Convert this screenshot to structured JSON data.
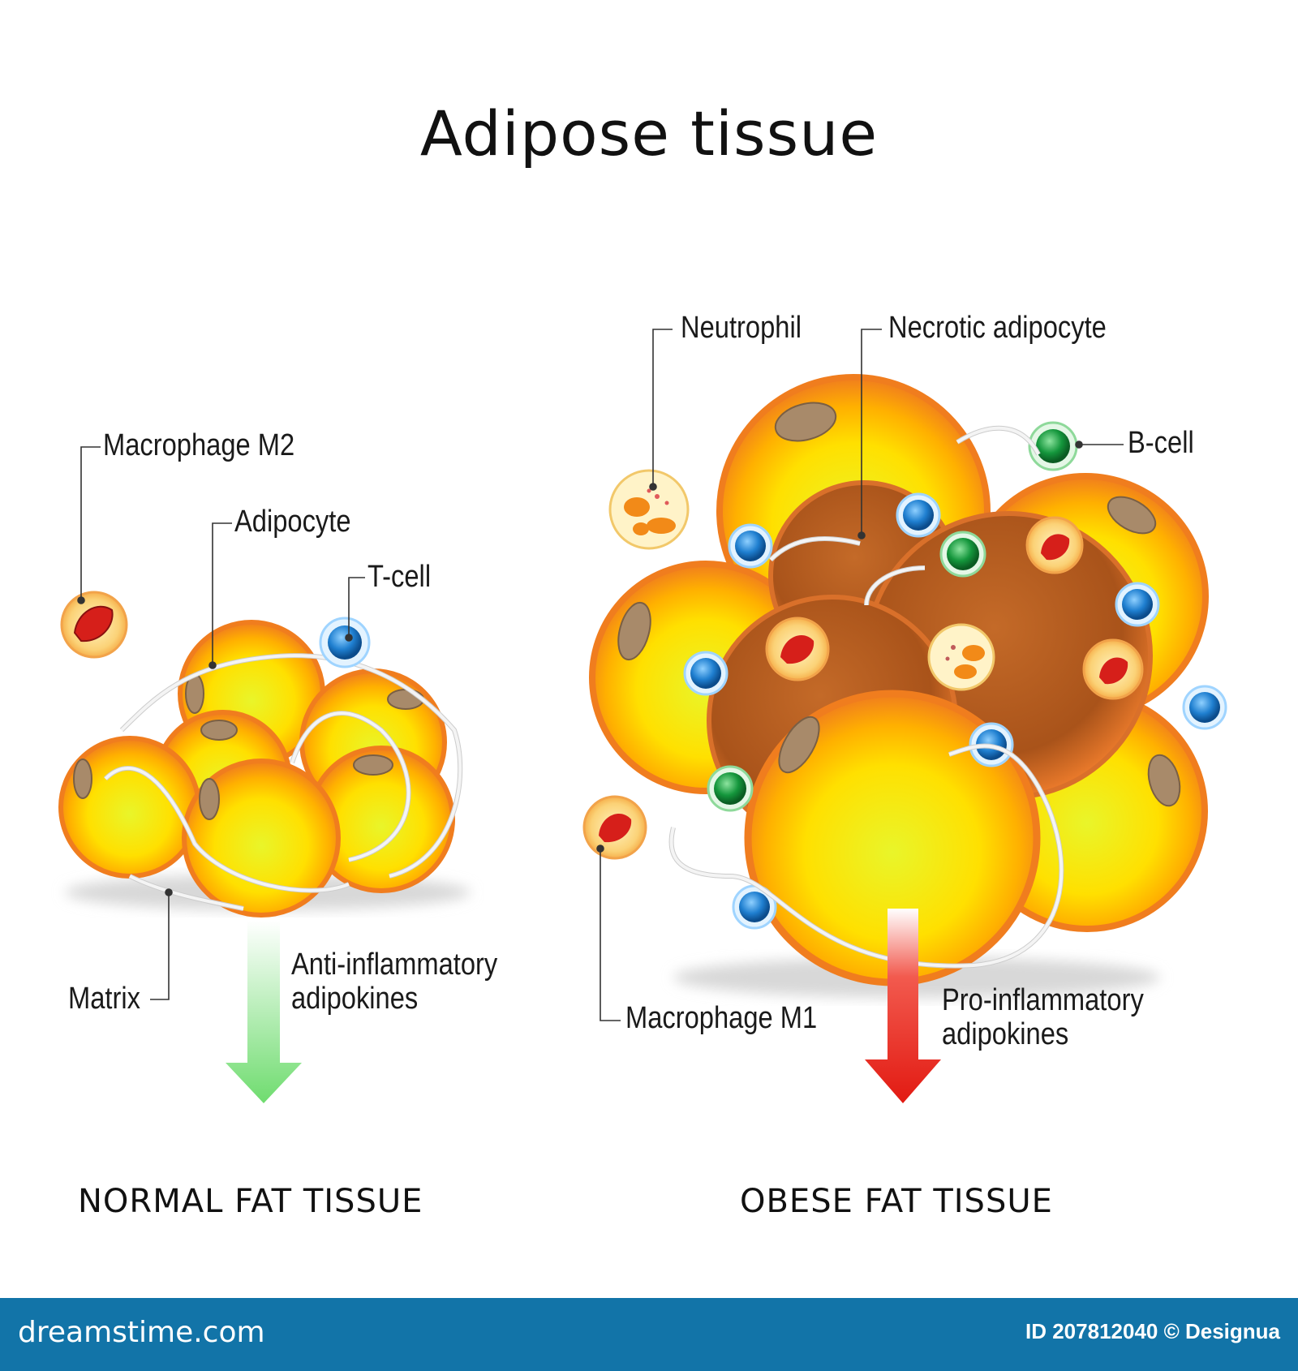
{
  "title": "Adipose tissue",
  "colors": {
    "adipocyte_edge": "#f07d1e",
    "adipocyte_core": "#ffe400",
    "necrotic": "#b25a1c",
    "t_cell": "#1f7fd0",
    "b_cell": "#14963c",
    "anti_arrow": "#7ee27e",
    "pro_arrow": "#e21a12",
    "footer": "#1274a8"
  },
  "normal": {
    "heading": "NORMAL FAT TISSUE",
    "labels": {
      "macrophage_m2": "Macrophage M2",
      "adipocyte": "Adipocyte",
      "t_cell": "T-cell",
      "matrix": "Matrix",
      "adipokines_line1": "Anti-inflammatory",
      "adipokines_line2": "adipokines"
    }
  },
  "obese": {
    "heading": "OBESE FAT TISSUE",
    "labels": {
      "neutrophil": "Neutrophil",
      "necrotic_adipocyte": "Necrotic adipocyte",
      "b_cell": "B-cell",
      "macrophage_m1": "Macrophage M1",
      "adipokines_line1": "Pro-inflammatory",
      "adipokines_line2": "adipokines"
    }
  },
  "footer": {
    "logo": "dreamstime.com",
    "id_text": "ID 207812040 © Designua"
  }
}
